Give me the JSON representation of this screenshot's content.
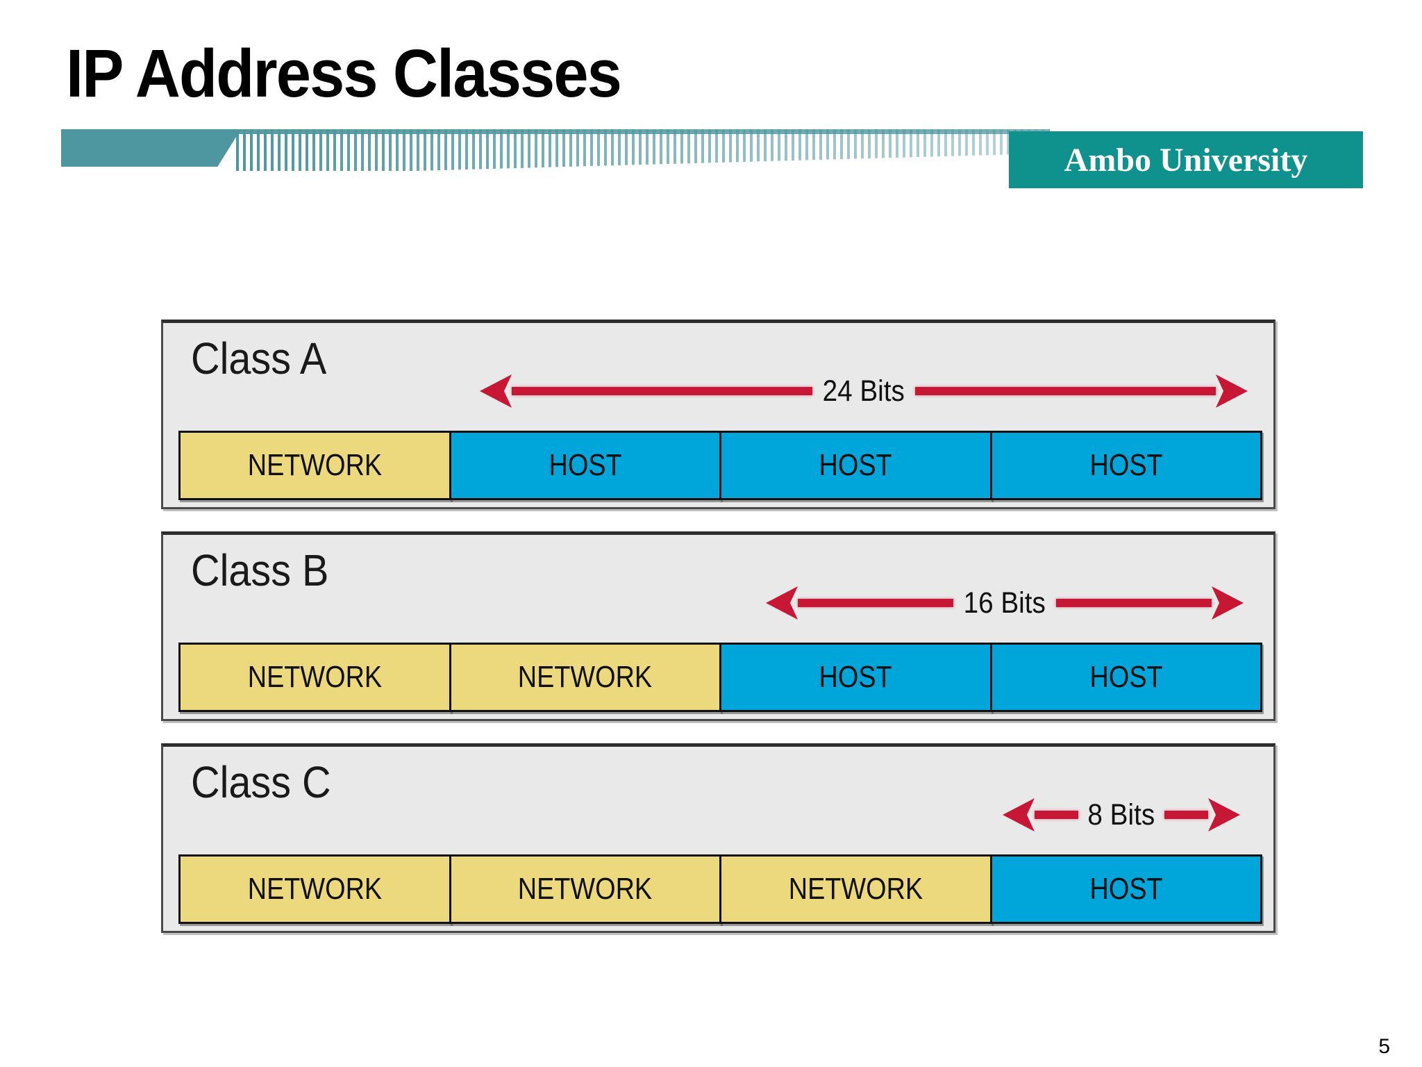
{
  "slide": {
    "title": "IP Address Classes",
    "page_number": "5"
  },
  "banner": {
    "university_label": "Ambo University"
  },
  "colors": {
    "band_teal": "#4e97a0",
    "badge_teal": "#0f918e",
    "network_yellow": "#ecd97e",
    "host_blue": "#00a5da",
    "arrow_red": "#c81635",
    "panel_gray": "#e9e9e9"
  },
  "classes": [
    {
      "label": "Class A",
      "bits_label": "24 Bits",
      "cells": [
        "NETWORK",
        "HOST",
        "HOST",
        "HOST"
      ]
    },
    {
      "label": "Class B",
      "bits_label": "16 Bits",
      "cells": [
        "NETWORK",
        "NETWORK",
        "HOST",
        "HOST"
      ]
    },
    {
      "label": "Class C",
      "bits_label": "8 Bits",
      "cells": [
        "NETWORK",
        "NETWORK",
        "NETWORK",
        "HOST"
      ]
    }
  ]
}
